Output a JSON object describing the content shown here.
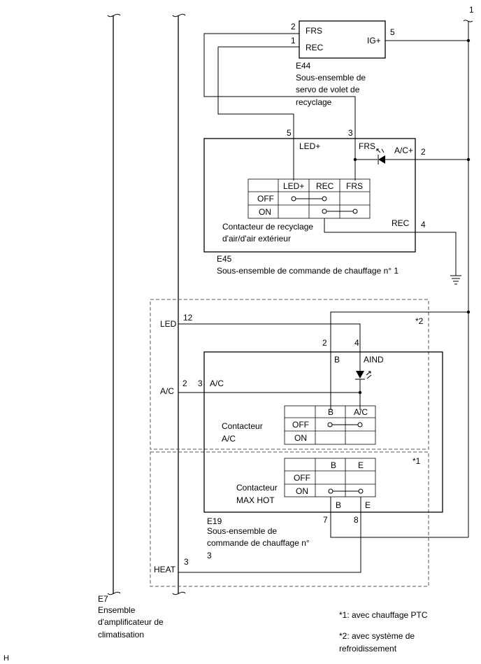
{
  "e44": {
    "pin_frs": "2",
    "pin_rec": "1",
    "pin_igplus": "5",
    "label_frs": "FRS",
    "label_rec": "REC",
    "label_igplus": "IG+",
    "code": "E44",
    "desc_1": "Sous-ensemble de",
    "desc_2": "servo de volet de",
    "desc_3": "recyclage"
  },
  "top_right_terminal": "1",
  "e45": {
    "pin_ledplus": "5",
    "pin_frs": "3",
    "pin_acplus": "2",
    "pin_rec": "4",
    "label_ledplus": "LED+",
    "label_frs": "FRS",
    "label_acplus": "A/C+",
    "label_rec": "REC",
    "table": {
      "headers": [
        "LED+",
        "REC",
        "FRS"
      ],
      "rows": [
        "OFF",
        "ON"
      ]
    },
    "switch_1": "Contacteur de recyclage",
    "switch_2": "d'air/d'air extérieur",
    "code": "E45",
    "desc": "Sous-ensemble de commande de chauffage n° 1"
  },
  "e7": {
    "led": "LED",
    "led_pin": "12",
    "ac": "A/C",
    "ac_pin": "2",
    "heat": "HEAT",
    "heat_pin": "3",
    "code": "E7",
    "desc_1": "Ensemble",
    "desc_2": "d'amplificateur de",
    "desc_3": "climatisation"
  },
  "e19": {
    "pin_b_top": "2",
    "pin_aind": "4",
    "pin_ac": "3",
    "label_b_top": "B",
    "label_aind": "AIND",
    "label_ac": "A/C",
    "pin_b_bottom": "7",
    "pin_e_bottom": "8",
    "label_b_bottom": "B",
    "label_e_bottom": "E",
    "ac_table": {
      "headers": [
        "B",
        "A/C"
      ],
      "rows": [
        "OFF",
        "ON"
      ]
    },
    "ac_switch_1": "Contacteur",
    "ac_switch_2": "A/C",
    "maxhot_table": {
      "headers": [
        "B",
        "E"
      ],
      "rows": [
        "OFF",
        "ON"
      ]
    },
    "maxhot_switch_1": "Contacteur",
    "maxhot_switch_2": "MAX HOT",
    "code": "E19",
    "desc_1": "Sous-ensemble de",
    "desc_2": "commande de chauffage n°",
    "desc_3": "3"
  },
  "notes": {
    "star2_marker": "*2",
    "star1_marker": "*1",
    "note1": "*1: avec chauffage PTC",
    "note2_1": "*2: avec système de",
    "note2_2": "refroidissement"
  },
  "corner_letter": "H"
}
